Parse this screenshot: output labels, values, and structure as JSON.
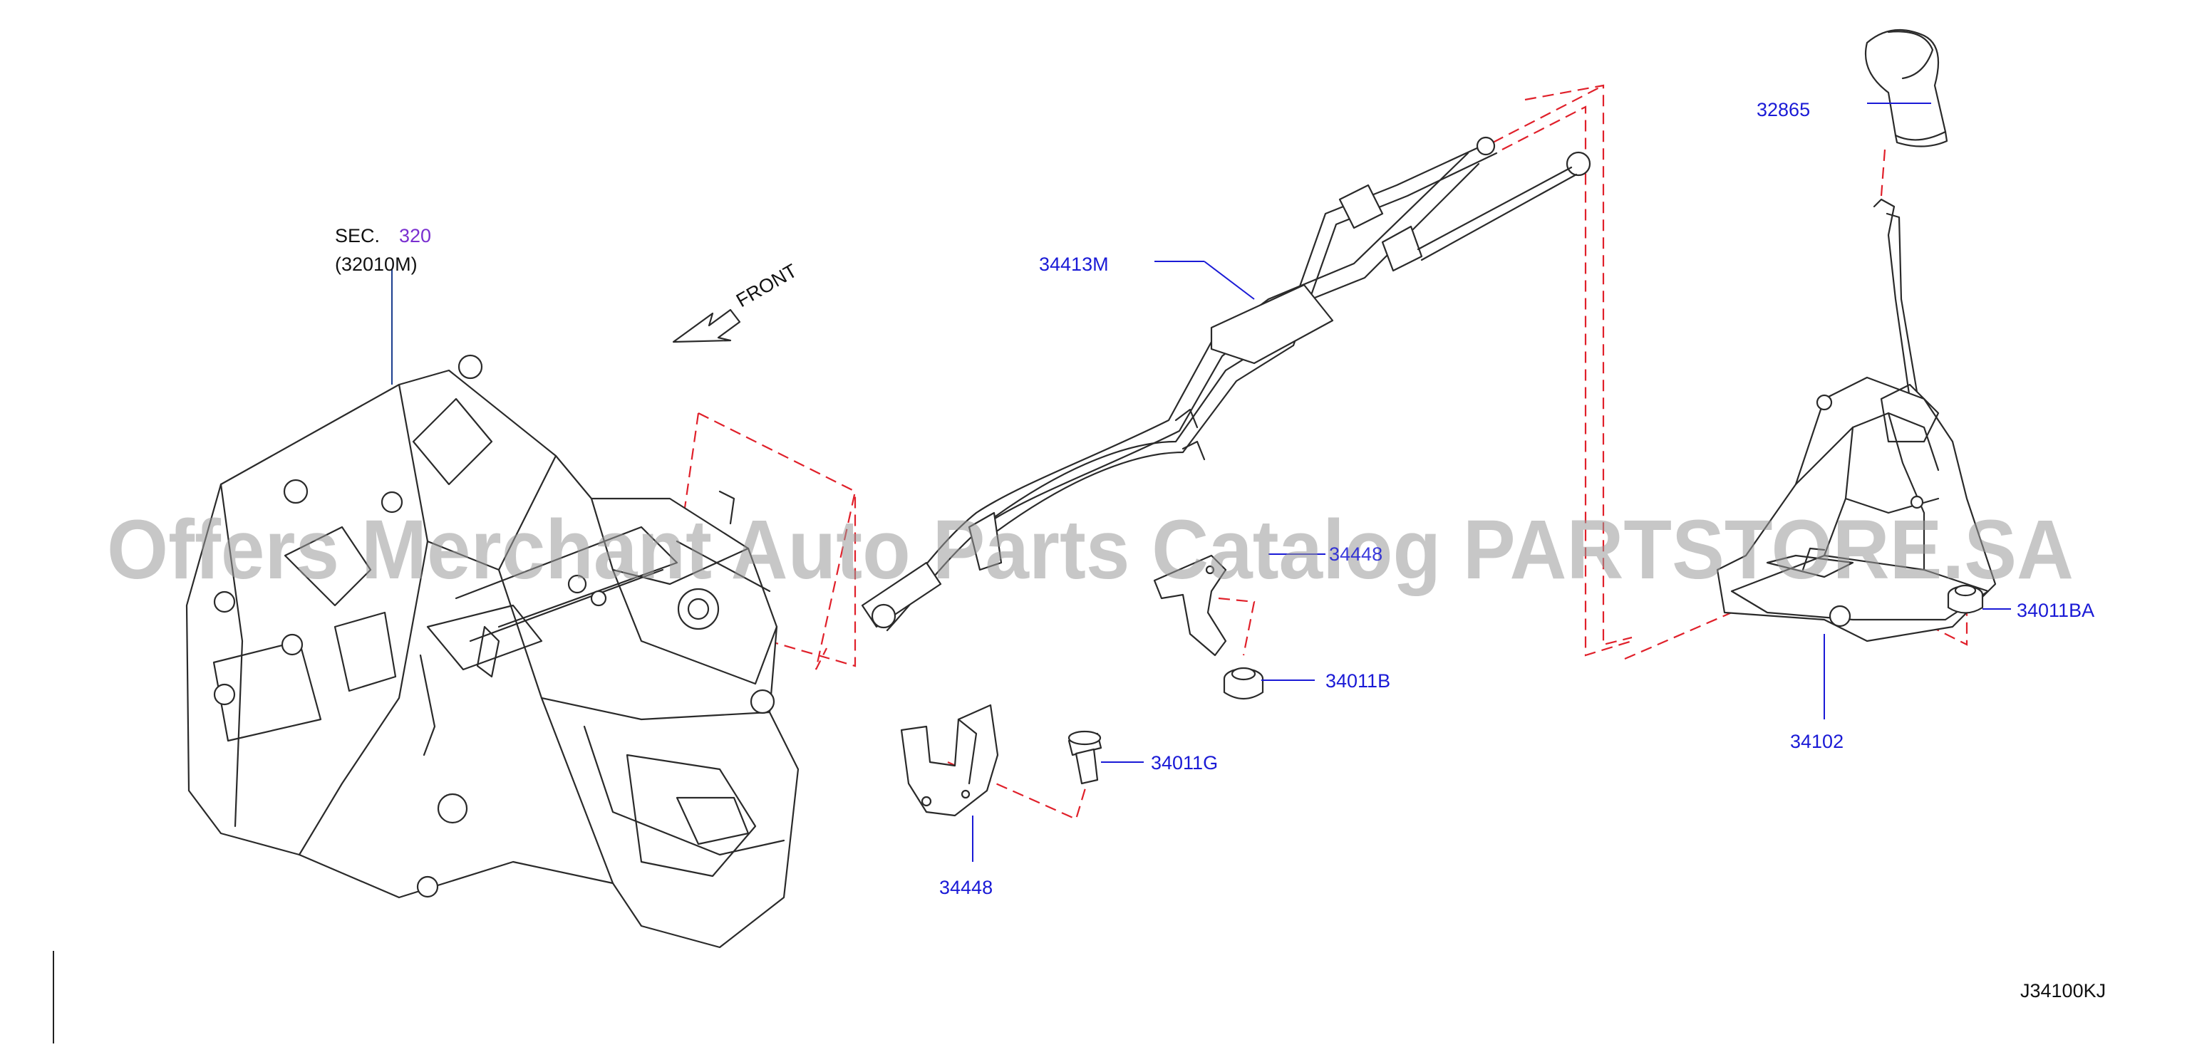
{
  "diagram": {
    "reference_code": "J34100KJ",
    "watermark": "Offers Merchant Auto Parts Catalog PARTSTORE.SA",
    "direction_label": "FRONT",
    "section_ref": {
      "prefix": "SEC.",
      "number": "320",
      "sub": "(32010M)"
    },
    "part_labels": {
      "knob": "32865",
      "cable": "34413M",
      "bracket_upper": "34448",
      "nut_b": "34011B",
      "bolt_g": "34011G",
      "bracket_lower": "34448",
      "nut_ba": "34011BA",
      "shifter": "34102"
    },
    "colors": {
      "label_blue": "#1a1ad6",
      "section_purple": "#7a2fd0",
      "phantom_red": "#e0202a",
      "line_art": "#2a2a2a"
    }
  }
}
